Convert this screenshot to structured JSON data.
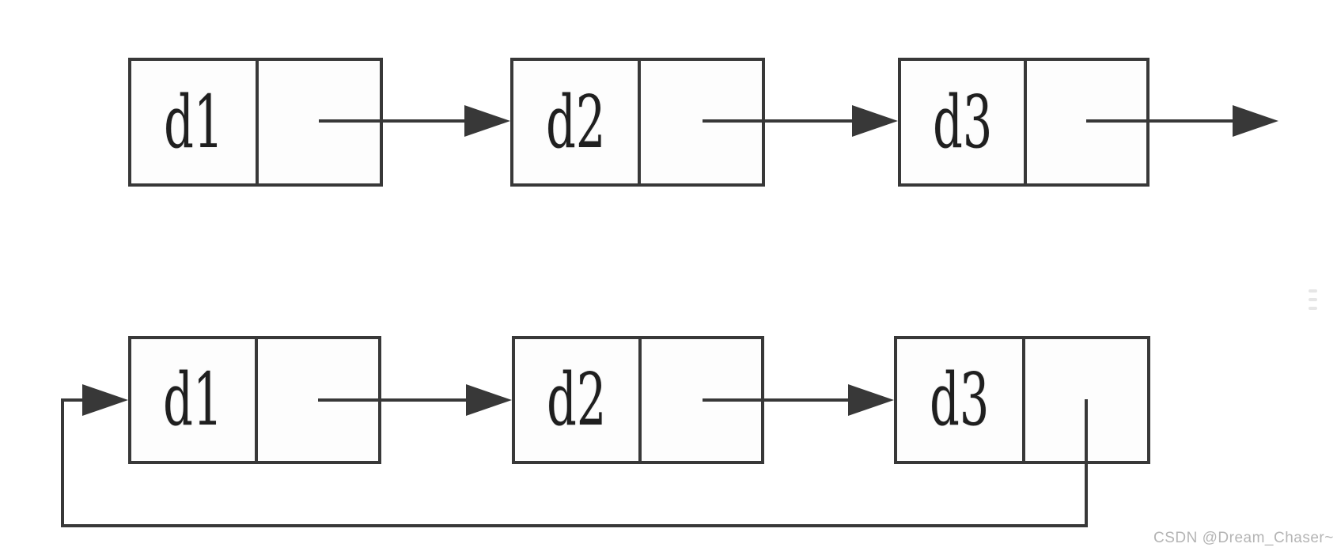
{
  "diagram": {
    "rows": [
      {
        "id": "singly-linked-list",
        "nodes": [
          {
            "label": "d1"
          },
          {
            "label": "d2"
          },
          {
            "label": "d3"
          }
        ],
        "tail": "arrow-points-right-to-nothing"
      },
      {
        "id": "circular-linked-list",
        "nodes": [
          {
            "label": "d1"
          },
          {
            "label": "d2"
          },
          {
            "label": "d3"
          }
        ],
        "tail": "pointer-loops-back-to-first-node"
      }
    ],
    "colors": {
      "line": "#383838",
      "label": "#1f1f1f",
      "node_fill": "#fdfdfd",
      "page_bg": "#ffffff"
    }
  },
  "watermark": {
    "text": "CSDN @Dream_Chaser~",
    "color": "#b4b4b4"
  }
}
